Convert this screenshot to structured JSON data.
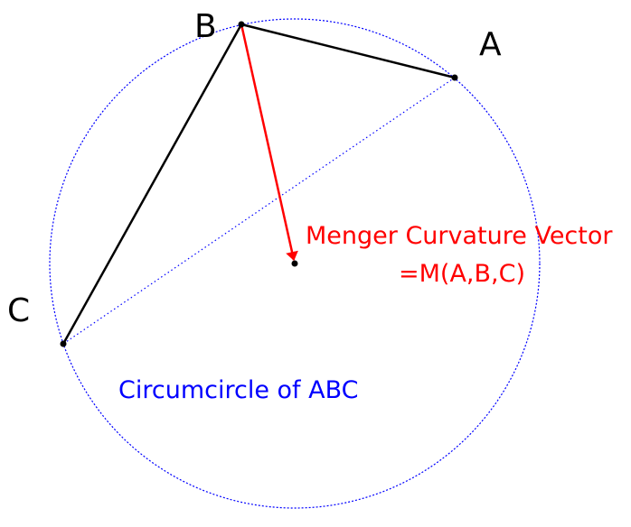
{
  "colors": {
    "circle": "#0000ff",
    "triangle": "#000000",
    "vector": "#ff0000",
    "background": "#ffffff"
  },
  "points": {
    "A": "A",
    "B": "B",
    "C": "C"
  },
  "labels": {
    "menger_line1": "Menger Curvature Vector",
    "menger_line2": "=M(A,B,C)",
    "circumcircle": "Circumcircle of ABC"
  }
}
